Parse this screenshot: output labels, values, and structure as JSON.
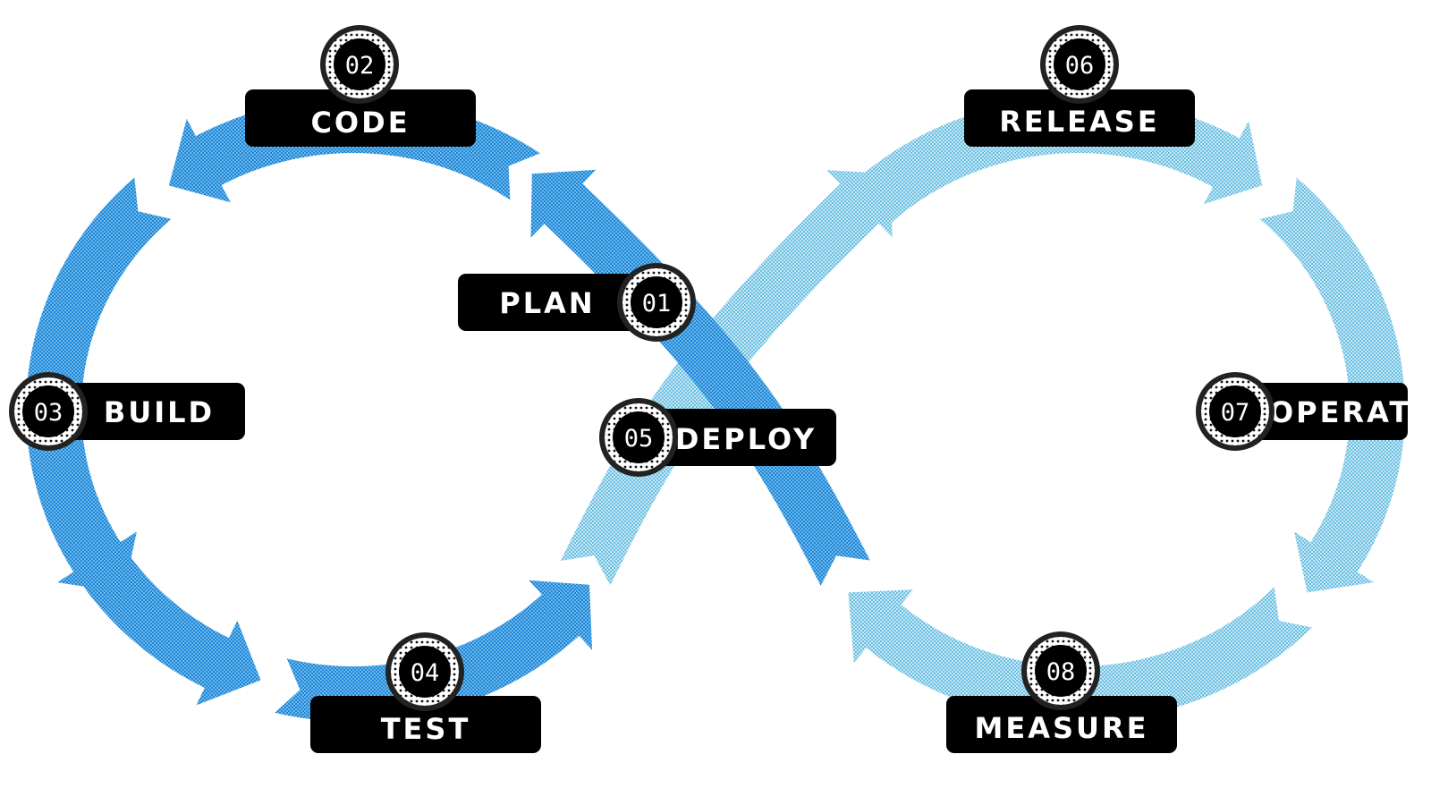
{
  "diagram": {
    "type": "devops-infinity-loop",
    "colors": {
      "dev_loop": "#2f95dc",
      "ops_loop": "#86cbe8",
      "label_bg": "#000000",
      "label_text": "#ffffff"
    },
    "stages": [
      {
        "number": "01",
        "label": "PLAN",
        "loop": "dev"
      },
      {
        "number": "02",
        "label": "CODE",
        "loop": "dev"
      },
      {
        "number": "03",
        "label": "BUILD",
        "loop": "dev"
      },
      {
        "number": "04",
        "label": "TEST",
        "loop": "dev"
      },
      {
        "number": "05",
        "label": "DEPLOY",
        "loop": "ops"
      },
      {
        "number": "06",
        "label": "RELEASE",
        "loop": "ops"
      },
      {
        "number": "07",
        "label": "OPERATE",
        "loop": "ops"
      },
      {
        "number": "08",
        "label": "MEASURE",
        "loop": "ops"
      }
    ]
  }
}
